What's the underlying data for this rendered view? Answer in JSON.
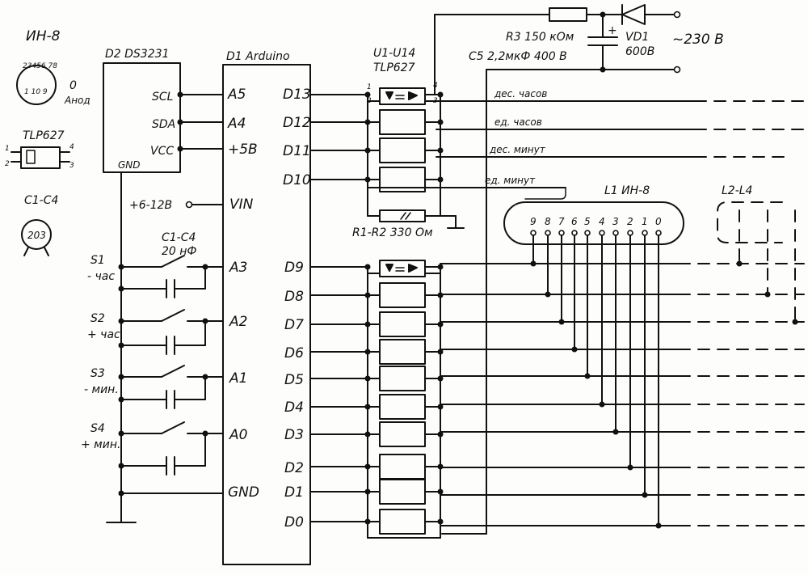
{
  "legend": {
    "in8_title": "ИН-8",
    "in8_pins_top": "23456 78",
    "in8_pins_inner": "1 10 9",
    "in8_anode_num": "0",
    "in8_anode_word": "Анод",
    "tlp_title": "TLP627",
    "tlp_pin1": "1",
    "tlp_pin2": "2",
    "tlp_pin3": "3",
    "tlp_pin4": "4",
    "cap_title": "C1-C4",
    "cap_code": "203"
  },
  "rtc": {
    "title": "D2 DS3231",
    "pins": [
      "SCL",
      "SDA",
      "VCC"
    ],
    "gnd": "GND"
  },
  "arduino": {
    "title": "D1 Arduino",
    "left_pins": [
      "A5",
      "A4",
      "+5В",
      "VIN",
      "A3",
      "A2",
      "A1",
      "A0",
      "GND"
    ],
    "right_pins": [
      "D13",
      "D12",
      "D11",
      "D10",
      "D9",
      "D8",
      "D7",
      "D6",
      "D5",
      "D4",
      "D3",
      "D2",
      "D1",
      "D0"
    ]
  },
  "power_label": "+6-12В",
  "buttons": {
    "cap_title": "C1-C4",
    "cap_value": "20 нФ",
    "items": [
      {
        "ref": "S1",
        "func": "- час"
      },
      {
        "ref": "S2",
        "func": "+ час"
      },
      {
        "ref": "S3",
        "func": "- мин."
      },
      {
        "ref": "S4",
        "func": "+ мин."
      }
    ]
  },
  "optocouplers": {
    "title": "U1-U14",
    "part": "TLP627",
    "pin1": "1",
    "pin2": "2",
    "pin3": "3",
    "pin4": "4",
    "resistors": "R1-R2 330 Ом"
  },
  "hv": {
    "r3": "R3 150 кОм",
    "c5": "C5 2,2мкФ 400 В",
    "vd1_ref": "VD1",
    "vd1_val": "600В",
    "mains": "~230 В",
    "plus": "+"
  },
  "outputs": [
    "дес. часов",
    "ед. часов",
    "дес. минут",
    "ед. минут"
  ],
  "tube": {
    "title": "L1 ИН-8",
    "digits": [
      "9",
      "8",
      "7",
      "6",
      "5",
      "4",
      "3",
      "2",
      "1",
      "0"
    ]
  },
  "other_tubes": "L2-L4"
}
